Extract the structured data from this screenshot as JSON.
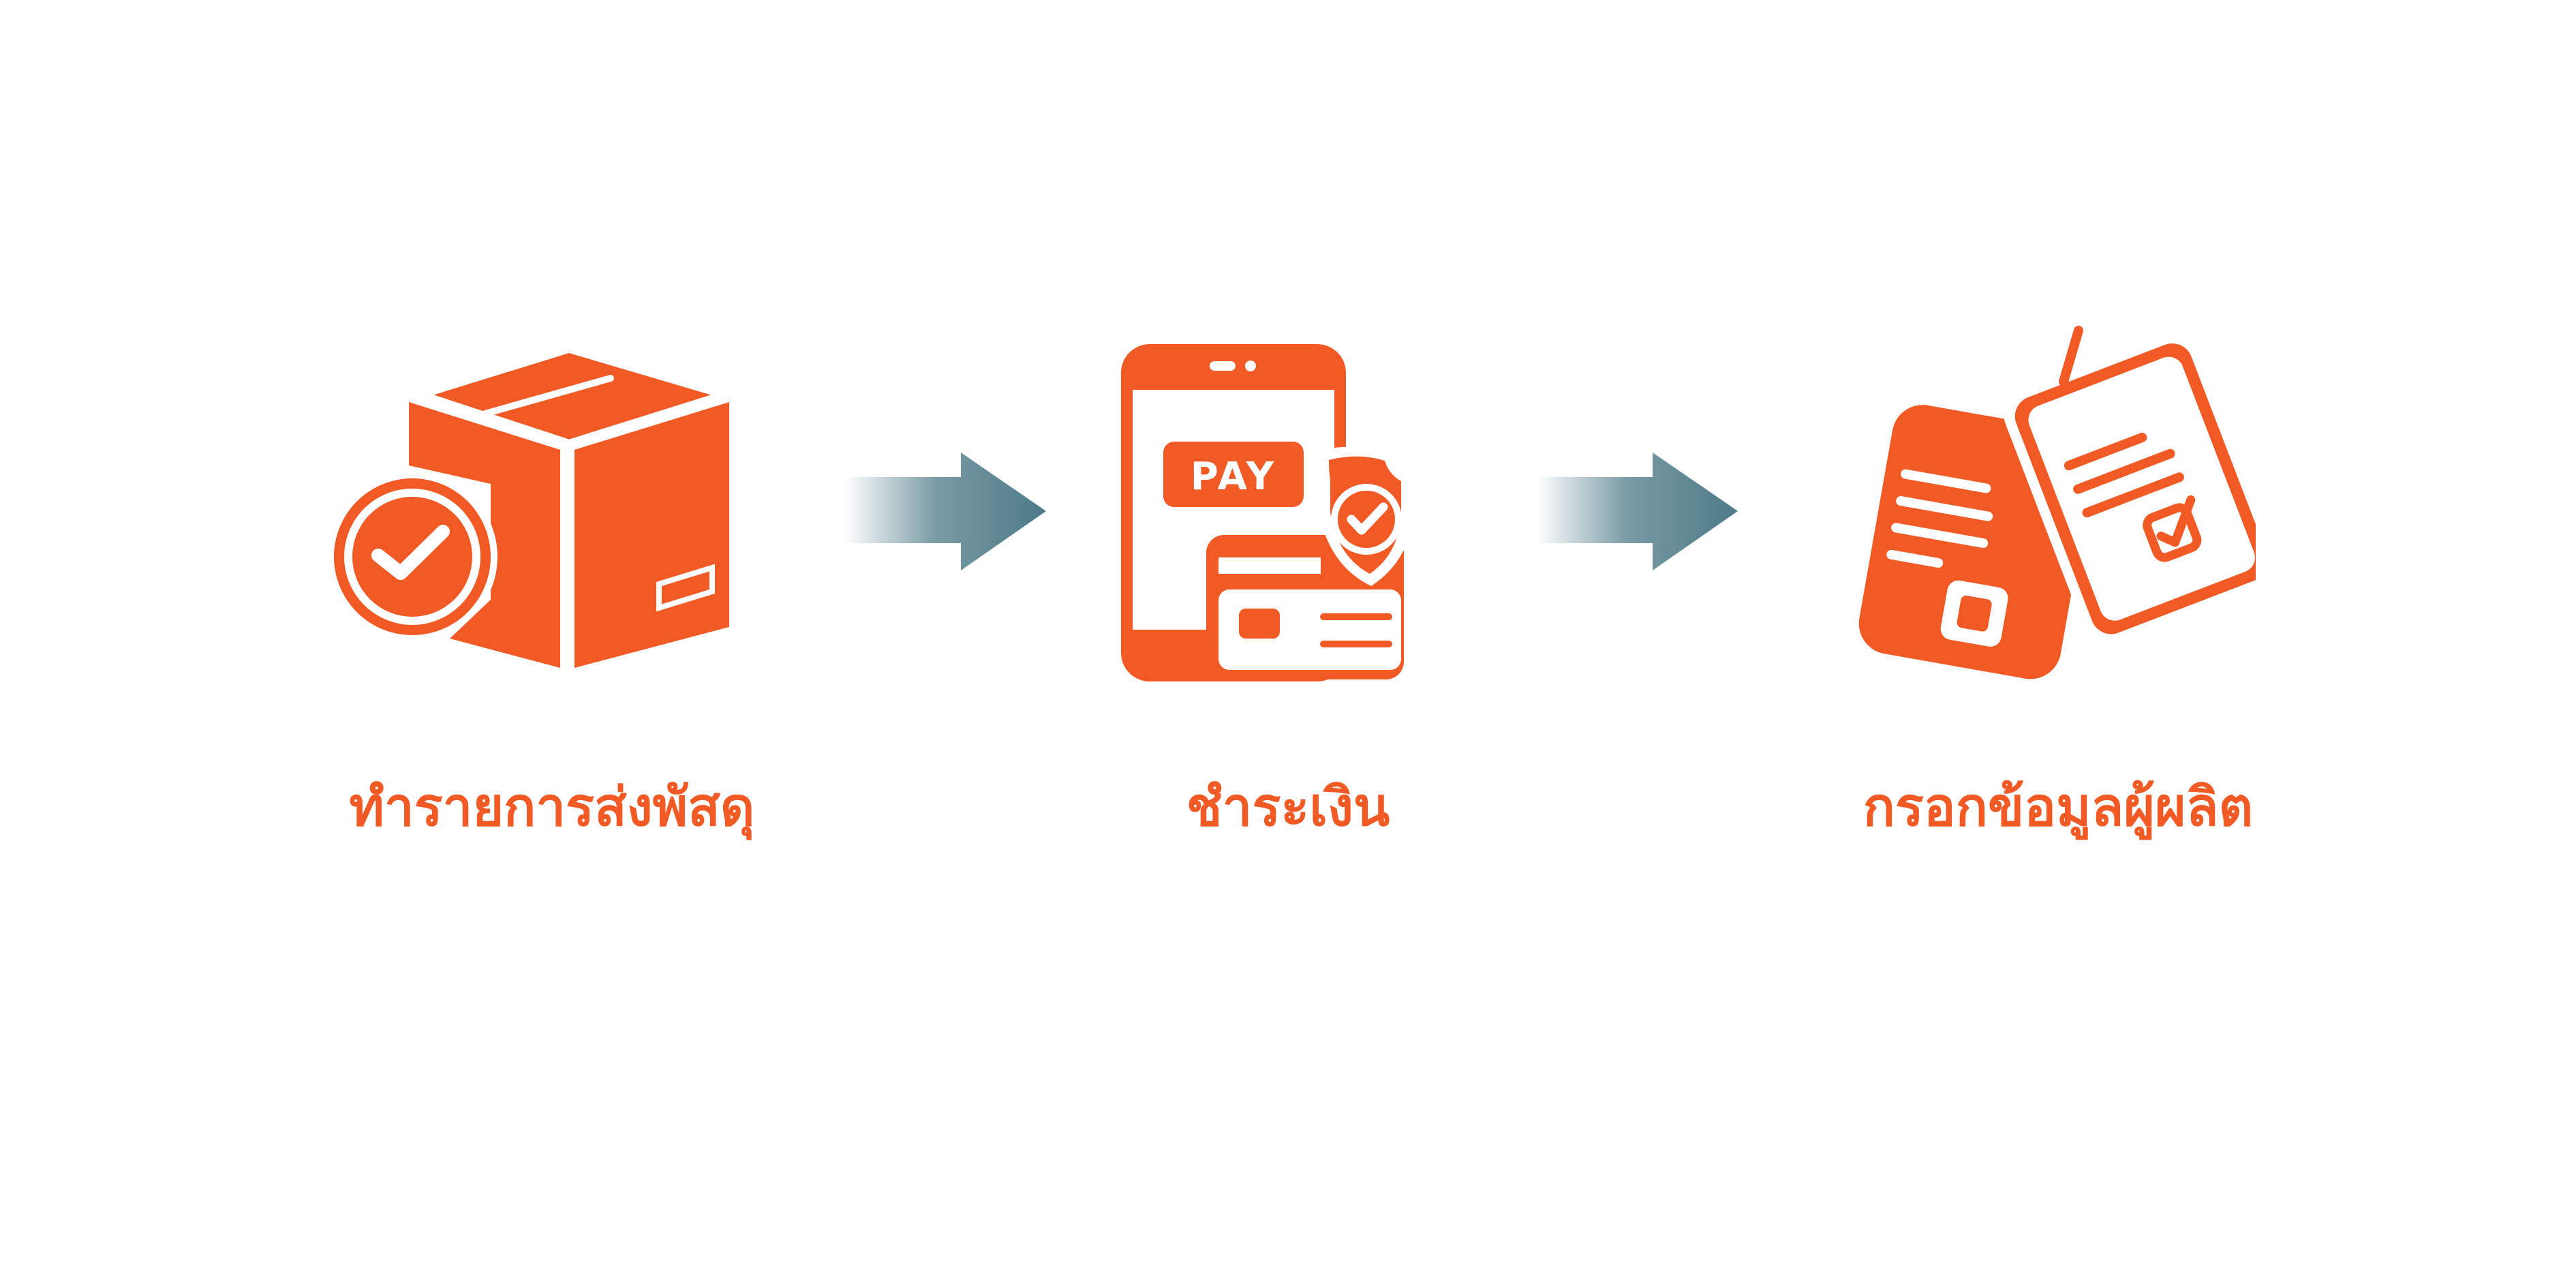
{
  "colors": {
    "accent": "#F15A24",
    "arrow": "#4D7A87",
    "background": "#FFFFFF"
  },
  "steps": [
    {
      "label": "ทำรายการส่งพัสดุ",
      "icon": "box-check-icon"
    },
    {
      "label": "ชำระเงิน",
      "icon": "mobile-pay-icon"
    },
    {
      "label": "กรอกข้อมูลผู้ผลิต",
      "icon": "documents-icon"
    }
  ],
  "pay_icon_text": "PAY",
  "arrows": [
    {
      "icon": "arrow-right-icon"
    },
    {
      "icon": "arrow-right-icon"
    }
  ]
}
